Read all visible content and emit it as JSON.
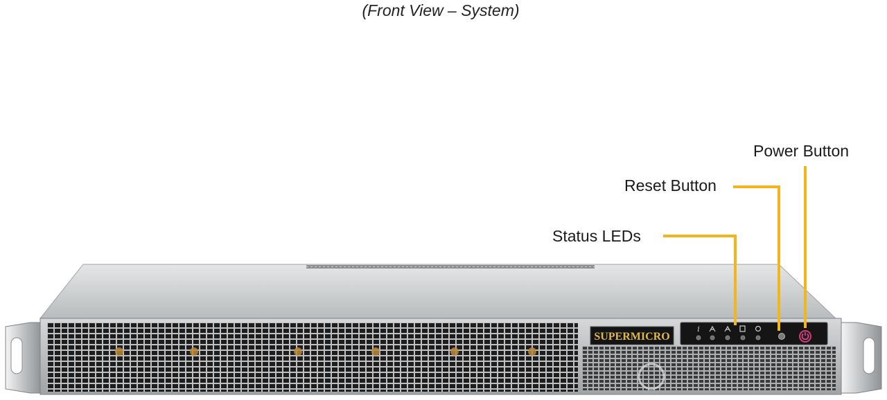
{
  "caption": "(Front View – System)",
  "callouts": {
    "power": "Power Button",
    "reset": "Reset Button",
    "status": "Status LEDs"
  },
  "brand": "SUPERMICRO",
  "colors": {
    "leader_line": "#f2b51c",
    "chassis_top": "#c9ccce",
    "front_grille": "#2a2a2a",
    "control_panel": "#151515",
    "power_ring": "#d8357a",
    "brand_gold": "#e0b84a"
  },
  "icons": [
    "info-icon",
    "network-1-icon",
    "network-2-icon",
    "hdd-icon",
    "power-led-icon"
  ]
}
